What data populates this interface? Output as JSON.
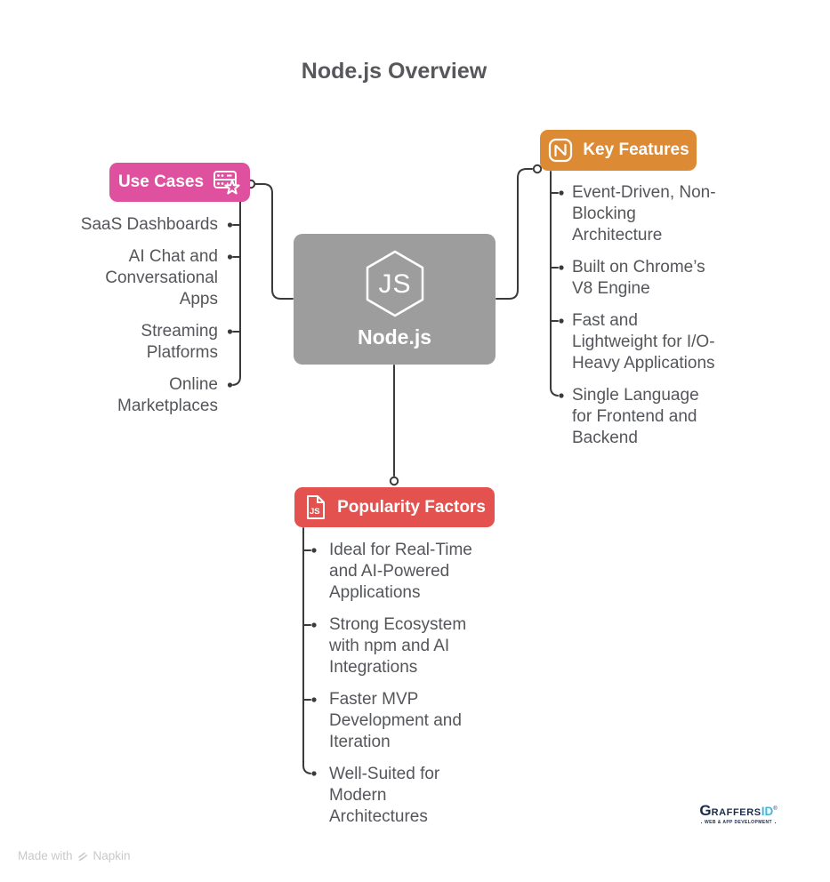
{
  "title": "Node.js Overview",
  "center": {
    "label": "Node.js"
  },
  "branches": {
    "use_cases": {
      "label": "Use Cases",
      "color": "#df519f",
      "items": [
        [
          "SaaS Dashboards"
        ],
        [
          "AI Chat and",
          "Conversational",
          "Apps"
        ],
        [
          "Streaming",
          "Platforms"
        ],
        [
          "Online",
          "Marketplaces"
        ]
      ]
    },
    "key_features": {
      "label": "Key Features",
      "color": "#dd8a35",
      "items": [
        [
          "Event-Driven, Non-",
          "Blocking",
          "Architecture"
        ],
        [
          "Built on Chrome’s",
          "V8 Engine"
        ],
        [
          "Fast and",
          "Lightweight for I/O-",
          "Heavy Applications"
        ],
        [
          "Single Language",
          "for Frontend and",
          "Backend"
        ]
      ]
    },
    "popularity_factors": {
      "label": "Popularity Factors",
      "color": "#e3524e",
      "items": [
        [
          "Ideal for Real-Time",
          "and AI-Powered",
          "Applications"
        ],
        [
          "Strong Ecosystem",
          "with npm and AI",
          "Integrations"
        ],
        [
          "Faster MVP",
          "Development and",
          "Iteration"
        ],
        [
          "Well-Suited for",
          "Modern",
          "Architectures"
        ]
      ]
    }
  },
  "center_icon_text": "JS",
  "popularity_icon_text": "JS",
  "footer": {
    "made_with": "Made with",
    "brand": "Napkin"
  },
  "logo": {
    "g": "G",
    "rest": "RAFFERS",
    "id": "ID",
    "reg": "®",
    "tagline": "WEB & APP DEVELOPMENT"
  },
  "colors": {
    "center_node": "#9d9d9d",
    "wire": "#3a3a3a",
    "text": "#54565a"
  }
}
